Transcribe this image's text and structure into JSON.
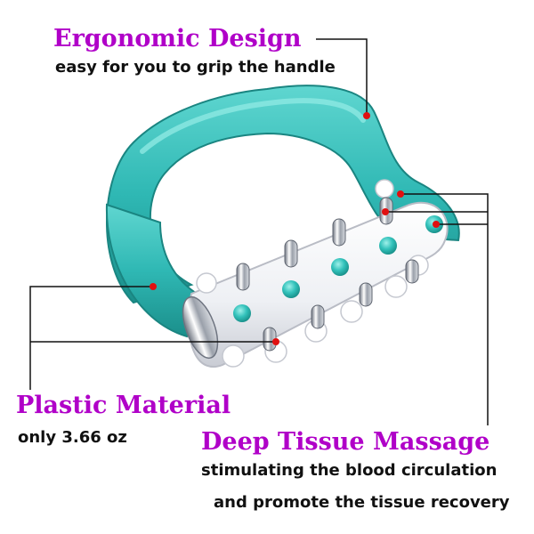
{
  "features": {
    "ergonomic": {
      "title": "Ergonomic Design",
      "subtitle": "easy for you to grip the handle"
    },
    "plastic": {
      "title": "Plastic Material",
      "subtitle": "only 3.66 oz"
    },
    "deep_tissue": {
      "title": "Deep Tissue Massage",
      "line1": "stimulating the blood circulation",
      "line2": "and promote the tissue recovery"
    }
  },
  "colors": {
    "title": "#b000c8",
    "text": "#111111",
    "handle_teal": "#2fb8b4",
    "marker_red": "#e01010",
    "roller_white": "#f4f5f8",
    "chrome": "#b8bcc4"
  },
  "icons": [
    "massage-roller-product-image",
    "callout-marker-dot"
  ]
}
